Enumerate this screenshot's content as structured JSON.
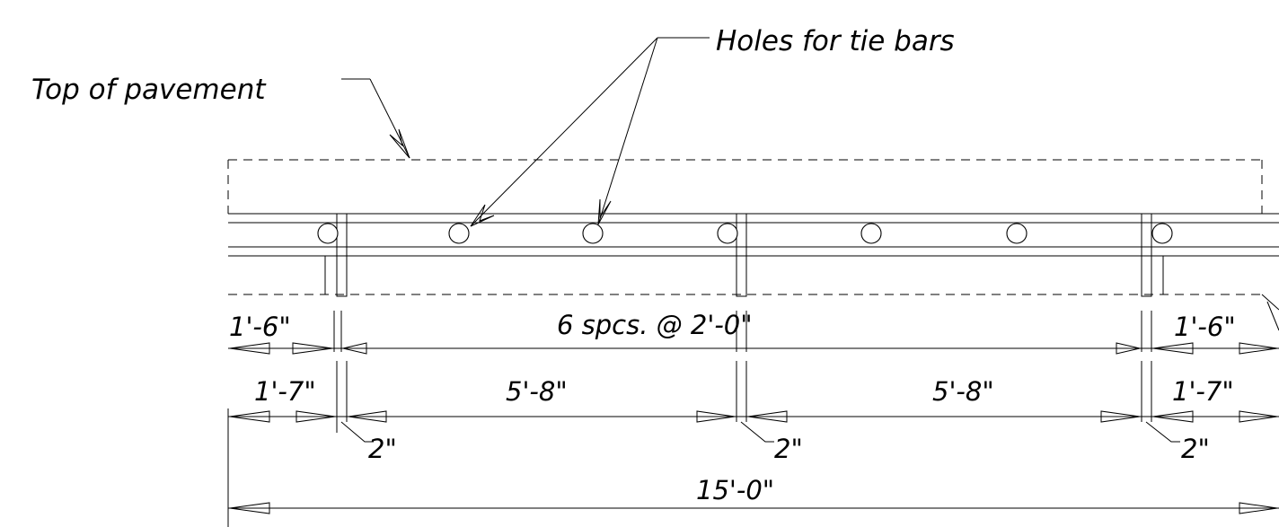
{
  "labels": {
    "holes": "Holes for tie bars",
    "top": "Top of pavement"
  },
  "dims": {
    "edge_left": "1'-6\"",
    "spacing": "6 spcs. @ 2'-0\"",
    "edge_right": "1'-6\"",
    "row2_left": "1'-7\"",
    "row2_mid1": "5'-8\"",
    "row2_mid2": "5'-8\"",
    "row2_right": "1'-7\"",
    "gap1": "2\"",
    "gap2": "2\"",
    "gap3": "2\"",
    "total": "15'-0\""
  }
}
